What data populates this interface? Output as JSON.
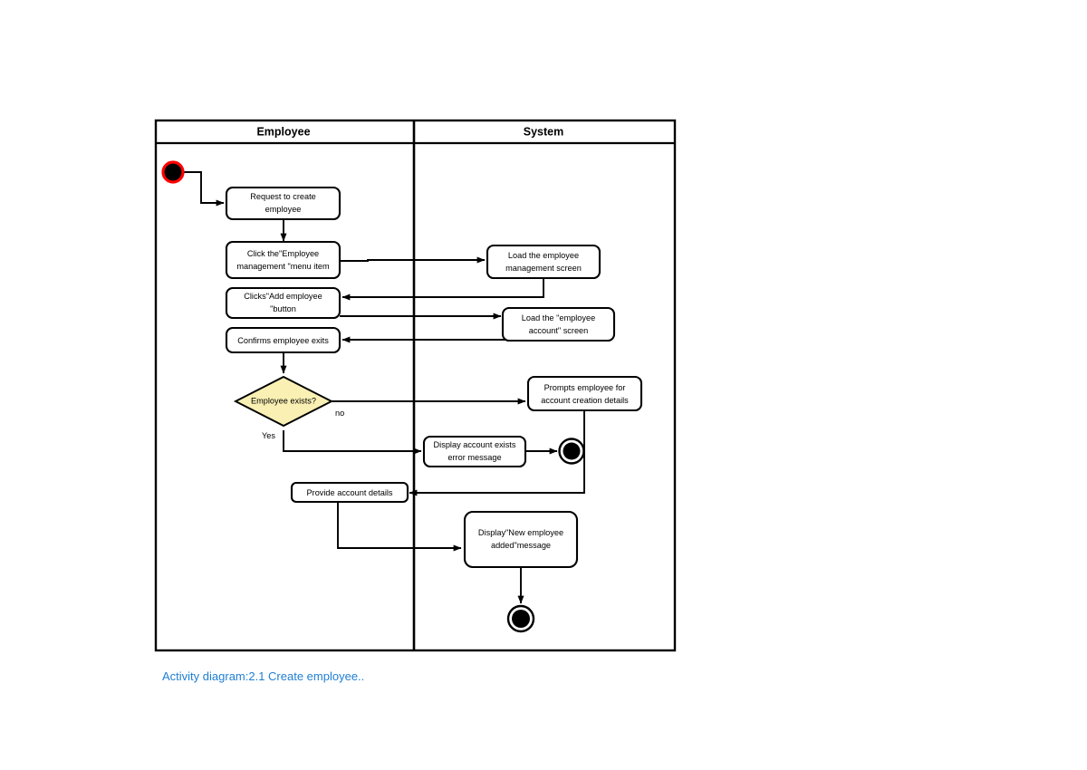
{
  "document": {
    "caption": "Activity diagram:2.1 Create employee.."
  },
  "colors": {
    "caption": "#1f7fd4",
    "decision_fill": "#faf0b4",
    "stroke": "#000000",
    "start_ring": "#ff0000",
    "background": "#ffffff"
  },
  "diagram": {
    "type": "uml-activity-diagram",
    "lanes": [
      {
        "id": "employee",
        "title": "Employee"
      },
      {
        "id": "system",
        "title": "System"
      }
    ],
    "nodes": {
      "start": {
        "kind": "initial-node",
        "lane": "employee"
      },
      "n1": {
        "kind": "action",
        "lane": "employee",
        "line1": "Request to create",
        "line2": "employee"
      },
      "n2": {
        "kind": "action",
        "lane": "employee",
        "line1": "Click the\"Employee",
        "line2": "management \"menu item"
      },
      "n3": {
        "kind": "action",
        "lane": "system",
        "line1": "Load the employee",
        "line2": "management screen"
      },
      "n4": {
        "kind": "action",
        "lane": "employee",
        "line1": "Clicks\"Add employee",
        "line2": "\"button"
      },
      "n5": {
        "kind": "action",
        "lane": "system",
        "line1": "Load the \"employee",
        "line2": "account\" screen"
      },
      "n6": {
        "kind": "action",
        "lane": "employee",
        "line1": "Confirms employee exits",
        "line2": ""
      },
      "d1": {
        "kind": "decision",
        "lane": "employee",
        "label": "Employee exists?"
      },
      "n7": {
        "kind": "action",
        "lane": "system",
        "line1": "Prompts employee for",
        "line2": "account creation details"
      },
      "n8": {
        "kind": "action",
        "lane": "system",
        "line1": "Display account exists",
        "line2": "error message"
      },
      "end1": {
        "kind": "final-node",
        "lane": "system"
      },
      "n9": {
        "kind": "action",
        "lane": "employee",
        "line1": "Provide account details",
        "line2": ""
      },
      "n10": {
        "kind": "action",
        "lane": "system",
        "line1": "Display\"New employee",
        "line2": "added\"message"
      },
      "end2": {
        "kind": "final-node",
        "lane": "system"
      }
    },
    "guards": {
      "no": "no",
      "yes": "Yes"
    },
    "edges": [
      {
        "from": "start",
        "to": "n1",
        "guard": ""
      },
      {
        "from": "n1",
        "to": "n2",
        "guard": ""
      },
      {
        "from": "n2",
        "to": "n3",
        "guard": ""
      },
      {
        "from": "n3",
        "to": "n4",
        "guard": ""
      },
      {
        "from": "n4",
        "to": "n5",
        "guard": ""
      },
      {
        "from": "n5",
        "to": "n6",
        "guard": ""
      },
      {
        "from": "n6",
        "to": "d1",
        "guard": ""
      },
      {
        "from": "d1",
        "to": "n7",
        "guard": "no"
      },
      {
        "from": "d1",
        "to": "n8",
        "guard": "Yes"
      },
      {
        "from": "n8",
        "to": "end1",
        "guard": ""
      },
      {
        "from": "n7",
        "to": "n9",
        "guard": ""
      },
      {
        "from": "n9",
        "to": "n10",
        "guard": ""
      },
      {
        "from": "n10",
        "to": "end2",
        "guard": ""
      }
    ]
  }
}
